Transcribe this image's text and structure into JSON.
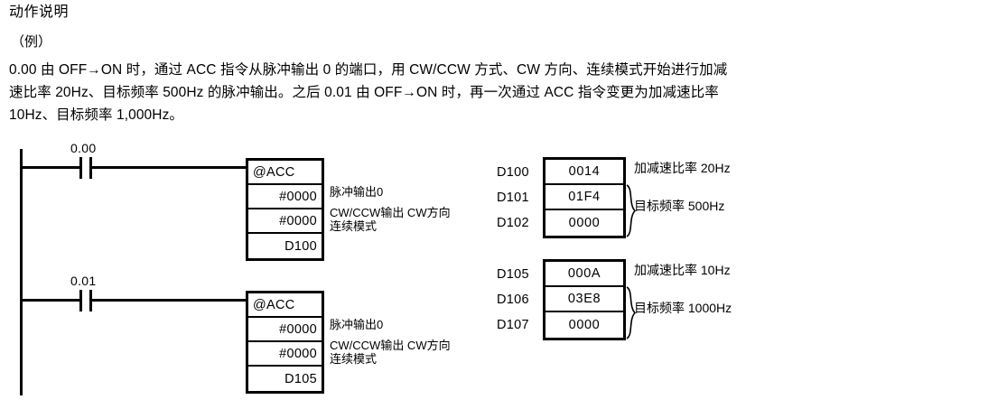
{
  "document": {
    "title": "动作说明",
    "example_label": "（例）",
    "description_lines": [
      "0.00 由 OFF→ON 时，通过 ACC 指令从脉冲输出 0 的端口，用 CW/CCW 方式、CW 方向、连续模式开始进行加减",
      "速比率 20Hz、目标频率 500Hz 的脉冲输出。之后 0.01 由 OFF→ON 时，再一次通过 ACC 指令变更为加减速比率",
      "10Hz、目标频率 1,000Hz。"
    ]
  },
  "ladder": {
    "rungs": [
      {
        "contact_label": "0.00",
        "contact_type": "normally-open-contact",
        "instruction": {
          "operator": "@ACC",
          "operands": [
            "#0000",
            "#0000",
            "D100"
          ]
        },
        "notes": {
          "line1": "脉冲输出0",
          "line2": "CW/CCW输出 CW方向",
          "line3": "连续模式"
        }
      },
      {
        "contact_label": "0.01",
        "contact_type": "normally-open-contact",
        "instruction": {
          "operator": "@ACC",
          "operands": [
            "#0000",
            "#0000",
            "D105"
          ]
        },
        "notes": {
          "line1": "脉冲输出0",
          "line2": "CW/CCW输出 CW方向",
          "line3": "连续模式"
        }
      }
    ]
  },
  "data_groups": [
    {
      "rows": [
        {
          "address": "D100",
          "value": "0014"
        },
        {
          "address": "D101",
          "value": "01F4"
        },
        {
          "address": "D102",
          "value": "0000"
        }
      ],
      "annotations": [
        {
          "text": "加减速比率 20Hz",
          "braced": false
        },
        {
          "text": "目标频率 500Hz",
          "braced": true
        }
      ]
    },
    {
      "rows": [
        {
          "address": "D105",
          "value": "000A"
        },
        {
          "address": "D106",
          "value": "03E8"
        },
        {
          "address": "D107",
          "value": "0000"
        }
      ],
      "annotations": [
        {
          "text": "加减速比率 10Hz",
          "braced": false
        },
        {
          "text": "目标频率 1000Hz",
          "braced": true
        }
      ]
    }
  ],
  "colors": {
    "background": "#ffffff",
    "ink": "#000000"
  }
}
